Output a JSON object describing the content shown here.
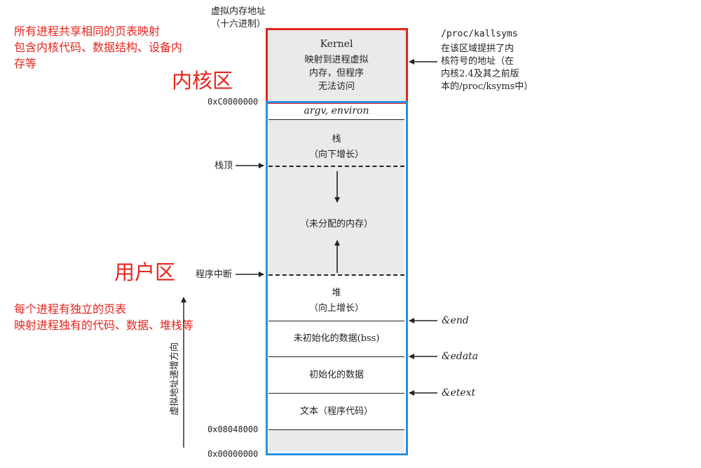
{
  "notes": {
    "kernel_note": [
      "所有进程共享相同的页表映射",
      "包含内核代码、数据结构、设备内",
      "存等"
    ],
    "kernel_zone_label": "内核区",
    "user_zone_label": "用户区",
    "user_note": [
      "每个进程有独立的页表",
      "映射进程独有的代码、数据、堆栈等"
    ]
  },
  "header": {
    "address_title": [
      "虚拟内存地址",
      "（十六进制）"
    ],
    "kallsyms_path": "/proc/kallsyms",
    "kallsyms_desc": [
      "在该区域提拱了内",
      "核符号的地址（在",
      "内核2.4及其之前版",
      "本的/proc/ksyms中）"
    ]
  },
  "segments": {
    "kernel_title": "Kernel",
    "kernel_desc": [
      "映射到进程虚拟",
      "内存，但程序",
      "无法访问"
    ],
    "argv": "argv, environ",
    "stack": [
      "栈",
      "（向下增长）"
    ],
    "unallocated": "（未分配的内存）",
    "heap": [
      "堆",
      "（向上增长）"
    ],
    "bss": "未初始化的数据(bss)",
    "data": "初始化的数据",
    "text": "文本（程序代码）"
  },
  "addresses": {
    "kernel_start": "0xC0000000",
    "text_start": "0x08048000",
    "zero": "0x00000000"
  },
  "markers": {
    "stack_top": "栈顶",
    "program_break": "程序中断",
    "end": "&end",
    "edata": "&edata",
    "etext": "&etext"
  },
  "axis": {
    "direction_label": "虚拟地址递增方向"
  },
  "colors": {
    "kernel_border": "#e8231c",
    "user_border": "#2b8fe3",
    "segment_fill": "#eaeaea"
  }
}
